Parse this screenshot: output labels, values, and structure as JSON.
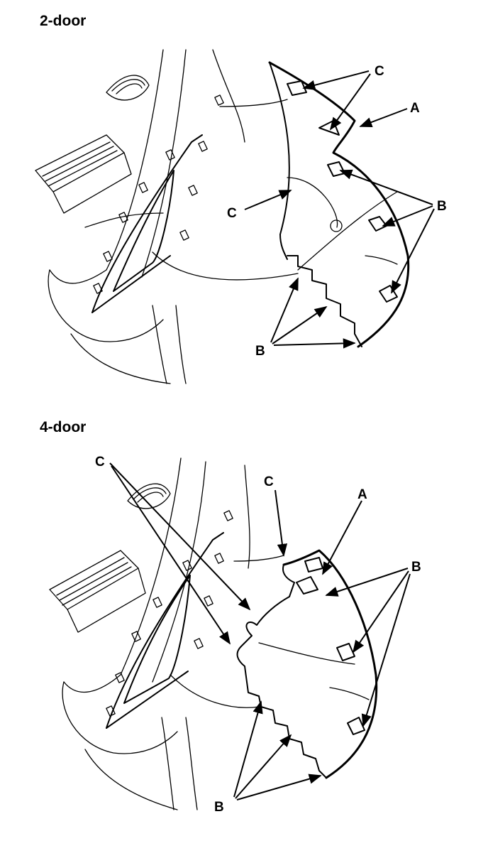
{
  "figures": [
    {
      "heading": "2-door",
      "callouts": {
        "a": "A",
        "b_right": "B",
        "b_bottom": "B",
        "c_top": "C",
        "c_left": "C"
      }
    },
    {
      "heading": "4-door",
      "callouts": {
        "a": "A",
        "b_right": "B",
        "b_bottom": "B",
        "c_left": "C",
        "c_mid": "C"
      }
    }
  ]
}
